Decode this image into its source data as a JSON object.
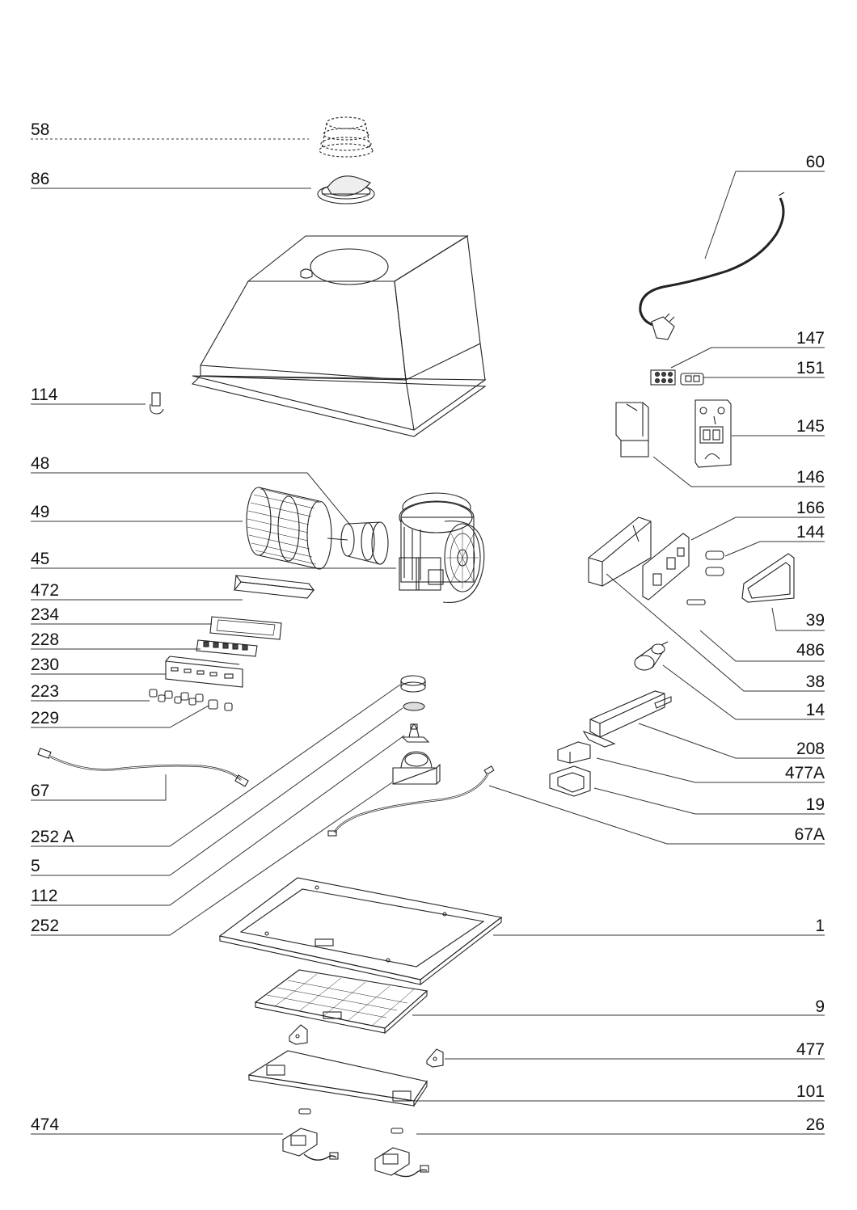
{
  "labels_left": [
    {
      "id": "58",
      "text": "58"
    },
    {
      "id": "86",
      "text": "86"
    },
    {
      "id": "114",
      "text": "114"
    },
    {
      "id": "48",
      "text": "48"
    },
    {
      "id": "49",
      "text": "49"
    },
    {
      "id": "45",
      "text": "45"
    },
    {
      "id": "472",
      "text": "472"
    },
    {
      "id": "234",
      "text": "234"
    },
    {
      "id": "228",
      "text": "228"
    },
    {
      "id": "230",
      "text": "230"
    },
    {
      "id": "223",
      "text": "223"
    },
    {
      "id": "229",
      "text": "229"
    },
    {
      "id": "67",
      "text": "67"
    },
    {
      "id": "252a",
      "text": "252 A"
    },
    {
      "id": "5",
      "text": "5"
    },
    {
      "id": "112",
      "text": "112"
    },
    {
      "id": "252",
      "text": "252"
    },
    {
      "id": "474",
      "text": "474"
    }
  ],
  "labels_right": [
    {
      "id": "60",
      "text": "60"
    },
    {
      "id": "147",
      "text": "147"
    },
    {
      "id": "151",
      "text": "151"
    },
    {
      "id": "145",
      "text": "145"
    },
    {
      "id": "146",
      "text": "146"
    },
    {
      "id": "166",
      "text": "166"
    },
    {
      "id": "144",
      "text": "144"
    },
    {
      "id": "39",
      "text": "39"
    },
    {
      "id": "486",
      "text": "486"
    },
    {
      "id": "38",
      "text": "38"
    },
    {
      "id": "14",
      "text": "14"
    },
    {
      "id": "208",
      "text": "208"
    },
    {
      "id": "477a",
      "text": "477A"
    },
    {
      "id": "19",
      "text": "19"
    },
    {
      "id": "67a",
      "text": "67A"
    },
    {
      "id": "1",
      "text": "1"
    },
    {
      "id": "9",
      "text": "9"
    },
    {
      "id": "477",
      "text": "477"
    },
    {
      "id": "101",
      "text": "101"
    },
    {
      "id": "26",
      "text": "26"
    }
  ]
}
